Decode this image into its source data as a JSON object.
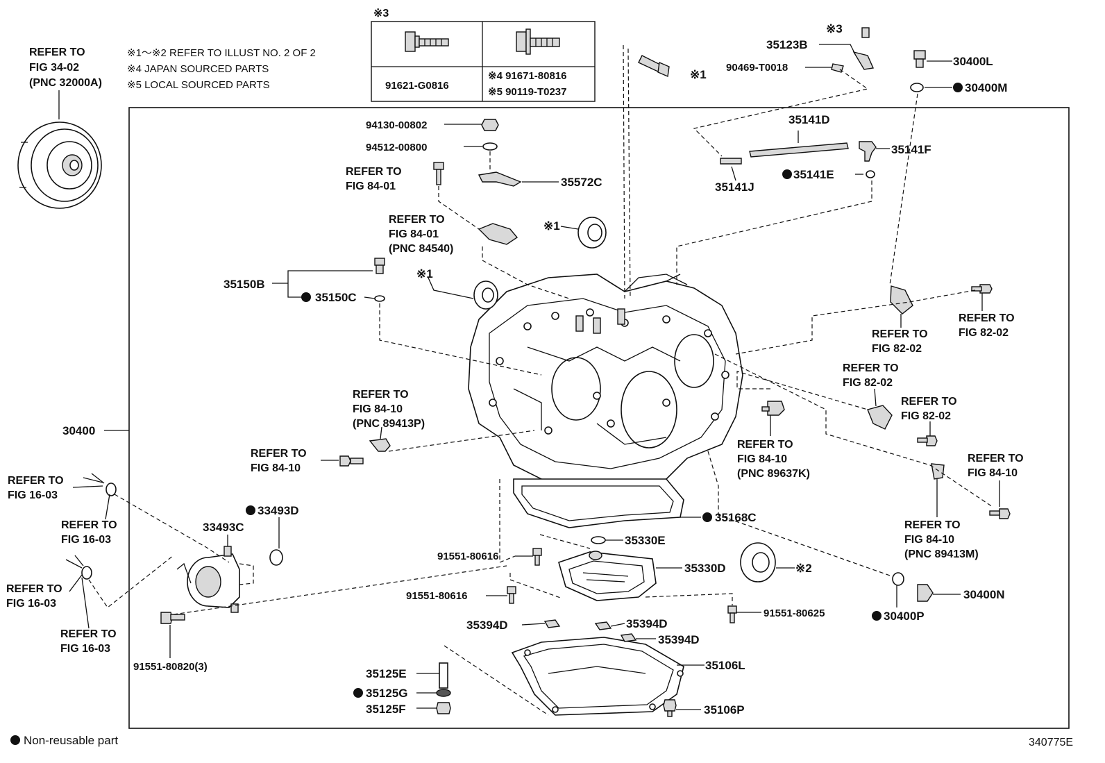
{
  "header": {
    "refer_fig": [
      "REFER TO",
      "FIG 34-02",
      "(PNC 32000A)"
    ],
    "notes": [
      "※1～※2 REFER TO ILLUST NO. 2 OF 2",
      "※4 JAPAN SOURCED PARTS",
      "※5 LOCAL SOURCED PARTS"
    ],
    "bolt_table": {
      "mark": "※3",
      "left_part": "91621-G0816",
      "right_parts": [
        "※4 91671-80816",
        "※5 90119-T0237"
      ]
    }
  },
  "parts": {
    "p30400": "30400",
    "p94130": "94130-00802",
    "p94512": "94512-00800",
    "p35572C": "35572C",
    "p35150B": "35150B",
    "p35150C": "35150C",
    "p35123B": "35123B",
    "p90469": "90469-T0018",
    "p30400L": "30400L",
    "p30400M": "30400M",
    "p35141D": "35141D",
    "p35141F": "35141F",
    "p35141J": "35141J",
    "p35141E": "35141E",
    "p33493D": "33493D",
    "p33493C": "33493C",
    "p35168C": "35168C",
    "p35330E": "35330E",
    "p35330D": "35330D",
    "p91551_80616a": "91551-80616",
    "p91551_80616b": "91551-80616",
    "p91551_80625": "91551-80625",
    "p91551_80820": "91551-80820(3)",
    "p35394D_a": "35394D",
    "p35394D_b": "35394D",
    "p35394D_c": "35394D",
    "p35106L": "35106L",
    "p35106P": "35106P",
    "p35125E": "35125E",
    "p35125G": "35125G",
    "p35125F": "35125F",
    "p30400N": "30400N",
    "p30400P": "30400P"
  },
  "marks": {
    "m1a": "※1",
    "m1b": "※1",
    "m1c": "※1",
    "m2": "※2",
    "m3": "※3"
  },
  "refs": {
    "r1": [
      "REFER TO",
      "FIG 84-01"
    ],
    "r2": [
      "REFER TO",
      "FIG 84-01",
      "(PNC 84540)"
    ],
    "r3": [
      "REFER TO",
      "FIG 84-10",
      "(PNC 89413P)"
    ],
    "r4": [
      "REFER TO",
      "FIG 84-10"
    ],
    "r5": [
      "REFER TO",
      "FIG 16-03"
    ],
    "r6": [
      "REFER TO",
      "FIG 16-03"
    ],
    "r7": [
      "REFER TO",
      "FIG 16-03"
    ],
    "r8": [
      "REFER TO",
      "FIG 16-03"
    ],
    "r9": [
      "REFER TO",
      "FIG 82-02"
    ],
    "r10": [
      "REFER TO",
      "FIG 82-02"
    ],
    "r11": [
      "REFER TO",
      "FIG 82-02"
    ],
    "r12": [
      "REFER TO",
      "FIG 82-02"
    ],
    "r13": [
      "REFER TO",
      "FIG 84-10",
      "(PNC 89637K)"
    ],
    "r14": [
      "REFER TO",
      "FIG 84-10"
    ],
    "r15": [
      "REFER TO",
      "FIG 84-10",
      "(PNC 89413M)"
    ]
  },
  "footer": {
    "legend": "Non-reusable part",
    "illustration_id": "340775E"
  }
}
